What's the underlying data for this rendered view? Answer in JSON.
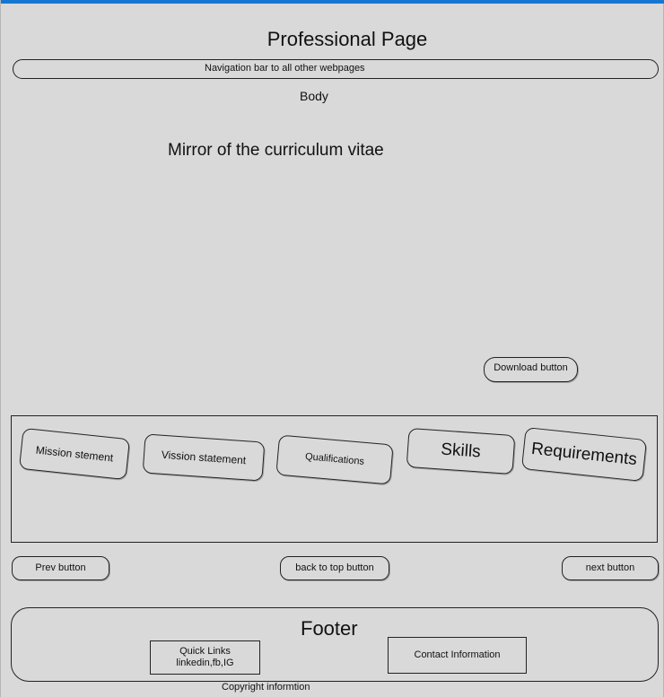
{
  "header": {
    "title": "Professional Page",
    "nav_bar_label": "Navigation bar to all other webpages"
  },
  "body": {
    "section_label": "Body",
    "cv_text": "Mirror of the curriculum vitae",
    "download_label": "Download button"
  },
  "cards": [
    {
      "label": "Mission stement"
    },
    {
      "label": "Vission statement"
    },
    {
      "label": "Qualifications"
    },
    {
      "label": "Skills"
    },
    {
      "label": "Requirements"
    }
  ],
  "pager": {
    "prev_label": "Prev button",
    "back_to_top_label": "back to top button",
    "next_label": "next button"
  },
  "footer": {
    "title": "Footer",
    "quick_links_title": "Quick Links",
    "quick_links_items": "linkedin,fb,IG",
    "contact_label": "Contact Information",
    "copyright": "Copyright informtion"
  },
  "colors": {
    "background": "#d9d9d9",
    "top_accent": "#1677d2",
    "stroke": "#222222"
  }
}
